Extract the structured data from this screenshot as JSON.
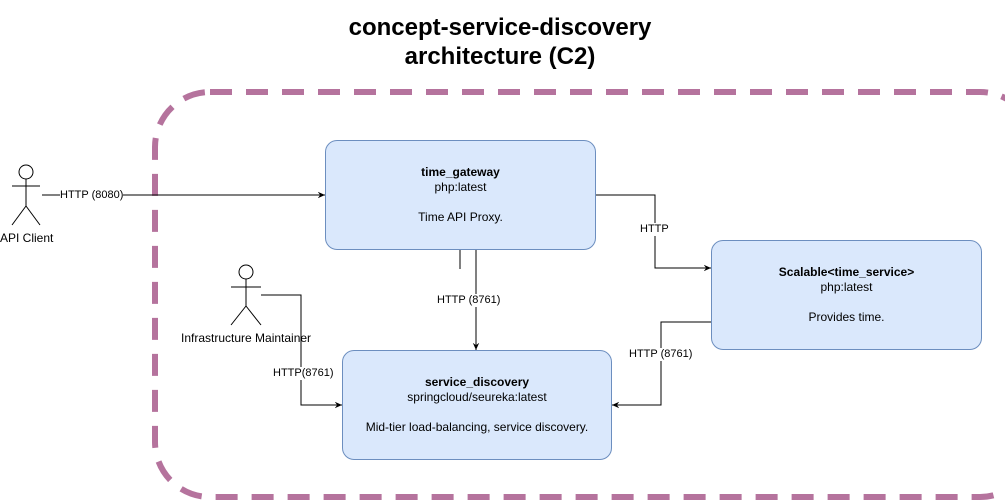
{
  "title": {
    "line1": "concept-service-discovery",
    "line2": "architecture (C2)"
  },
  "actors": {
    "api_client": "API Client",
    "maintainer": "Infrastructure Maintainer"
  },
  "nodes": {
    "time_gateway": {
      "name": "time_gateway",
      "tech": "php:latest",
      "desc": "Time API Proxy."
    },
    "time_service": {
      "name": "Scalable<time_service>",
      "tech": "php:latest",
      "desc": "Provides time."
    },
    "service_discovery": {
      "name": "service_discovery",
      "tech": "springcloud/seureka:latest",
      "desc": "Mid-tier load-balancing, service discovery."
    }
  },
  "edges": {
    "client_to_gateway": "HTTP (8080)",
    "gateway_to_service": "HTTP",
    "gateway_to_discovery": "HTTP (8761)",
    "maintainer_to_discovery": "HTTP(8761)",
    "service_to_discovery": "HTTP (8761)"
  },
  "colors": {
    "boundary": "#b5739d",
    "node_fill": "#dae8fc",
    "node_stroke": "#6c8ebf",
    "edge": "#000000"
  }
}
